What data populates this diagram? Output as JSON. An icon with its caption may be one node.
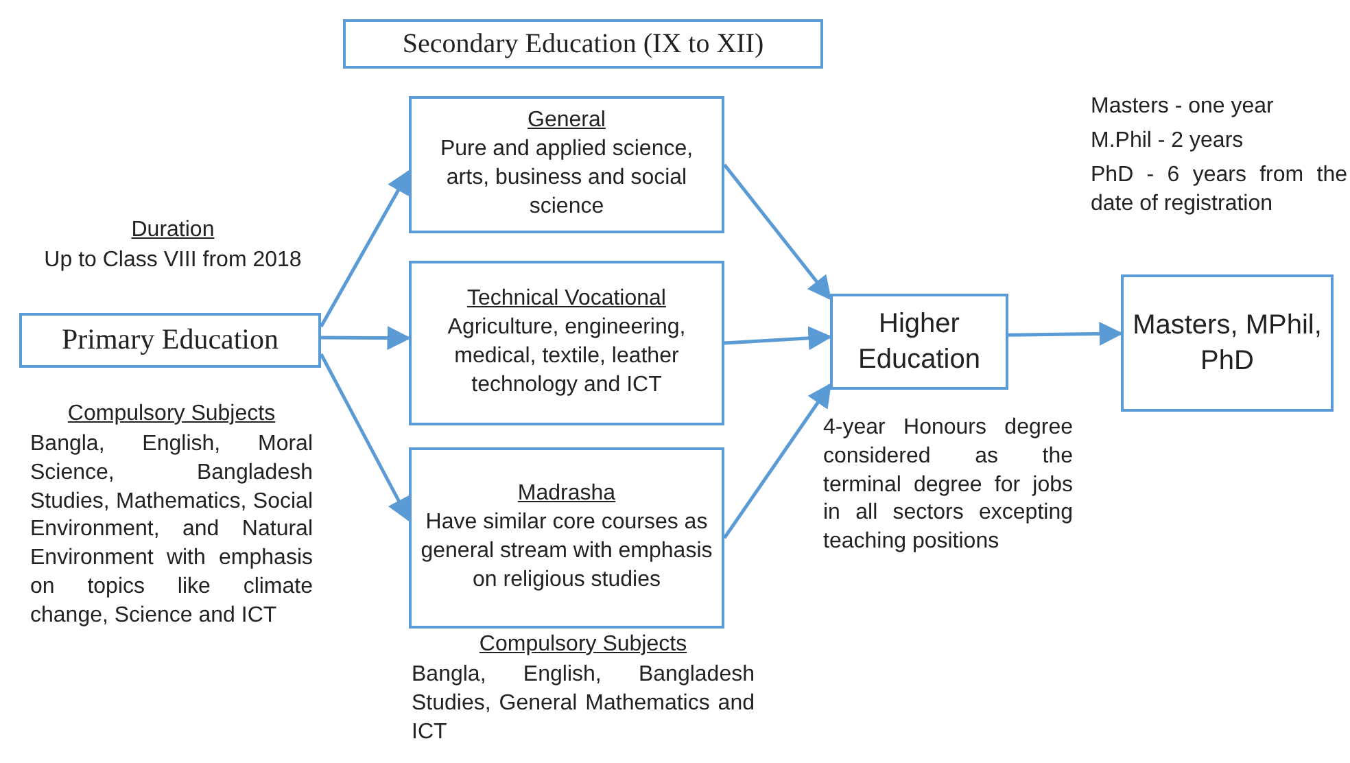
{
  "diagram": {
    "nodes": [
      {
        "text": [
          "Secondary Education (IX to XII)"
        ]
      },
      {
        "text": [
          "Primary Education"
        ],
        "beside": [
          "Duration",
          "Up to Class VIII from 2018",
          "Compulsory Subjects",
          "Bangla, English, Moral Science, Bangladesh Studies, Mathematics, Social Environment, and Natural Environment with emphasis on topics like climate change, Science and ICT"
        ]
      },
      {
        "text": [
          "General",
          "Pure and applied science, arts, business and social science"
        ]
      },
      {
        "text": [
          "Technical Vocational",
          "Agriculture, engineering, medical, textile, leather technology and ICT"
        ]
      },
      {
        "text": [
          "Madrasha",
          "Have similar core courses as general stream with emphasis on religious studies"
        ],
        "beside": [
          "Compulsory Subjects",
          "Bangla, English, Bangladesh Studies, General Mathematics and ICT"
        ]
      },
      {
        "text": [
          "Higher Education"
        ],
        "beside": [
          "4-year Honours degree considered as the terminal degree for jobs in all sectors excepting teaching positions"
        ]
      },
      {
        "text": [
          "Masters, MPhil, PhD"
        ],
        "beside": [
          "Masters - one year",
          "M.Phil - 2 years",
          "PhD - 6 years from the date of registration"
        ]
      }
    ],
    "edges": [
      {
        "from": 1,
        "to": 2,
        "arrow": "to"
      },
      {
        "from": 1,
        "to": 3,
        "arrow": "to"
      },
      {
        "from": 1,
        "to": 4,
        "arrow": "to"
      },
      {
        "from": 2,
        "to": 5,
        "arrow": "to"
      },
      {
        "from": 3,
        "to": 5,
        "arrow": "to"
      },
      {
        "from": 4,
        "to": 5,
        "arrow": "to"
      },
      {
        "from": 5,
        "to": 6,
        "arrow": "to"
      }
    ]
  }
}
